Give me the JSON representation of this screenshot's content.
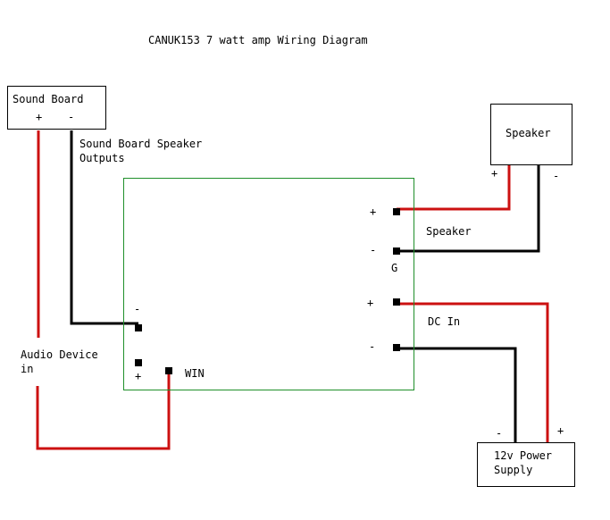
{
  "title": "CANUK153 7 watt amp Wiring Diagram",
  "sound_board": {
    "label": "Sound Board",
    "plus": "+",
    "minus": "-"
  },
  "sound_board_outputs": {
    "line1": "Sound Board Speaker",
    "line2": "Outputs"
  },
  "speaker_box": {
    "label": "Speaker",
    "plus": "+",
    "minus": "-"
  },
  "amp": {
    "speaker_label": "Speaker",
    "speaker_plus": "+",
    "speaker_minus": "-",
    "g_label": "G",
    "dc_label": "DC In",
    "dc_plus": "+",
    "dc_minus": "-",
    "input_minus": "-",
    "input_plus": "+",
    "win_label": "WIN"
  },
  "audio_device": {
    "line1": "Audio Device",
    "line2": "in"
  },
  "power_supply": {
    "line1": "12v Power",
    "line2": "Supply",
    "plus": "+",
    "minus": "-"
  },
  "colors": {
    "wire_red": "#cc1111",
    "wire_black": "#000000",
    "amp_border": "#1f8f2a"
  }
}
